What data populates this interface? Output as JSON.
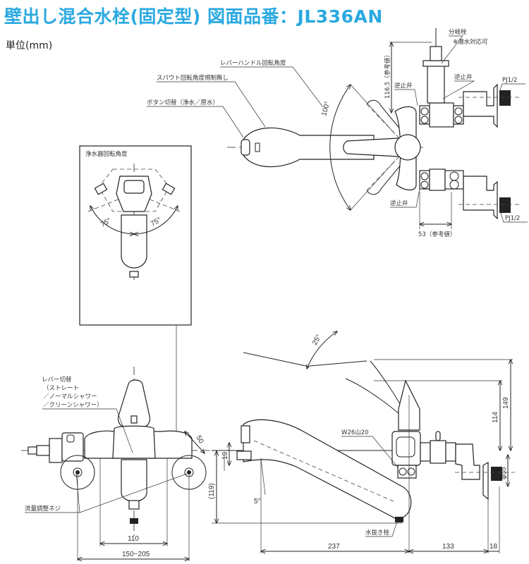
{
  "header": {
    "title": "壁出し混合水栓(固定型) 図面品番：JL336AN",
    "unit": "単位(mm)",
    "title_color": "#2aa9e0"
  },
  "top_view": {
    "labels": {
      "lever_rotation": "レバーハンドル回転角度",
      "spout_rotation": "スパウト回転角度規制無し",
      "button_switch": "ボタン切替（浄水／原水）",
      "branch_valve": "分岐栓",
      "hot_water_ok": "※湯水対応可",
      "check_valve_upper_left": "逆止弁",
      "check_valve_upper_right": "逆止弁",
      "check_valve_lower": "逆止弁",
      "pj_upper": "PJ1/2",
      "pj_lower": "PJ1/2"
    },
    "dims": {
      "lever_angle": "100°",
      "branch_height": "116.5（参考値）",
      "pipe_length": "53（参考値）"
    }
  },
  "filter_view": {
    "title": "浄水器回転角度",
    "angle_left": "75°",
    "angle_right": "75°"
  },
  "front_view": {
    "labels": {
      "lever_switch_1": "レバー切替",
      "lever_switch_2": "（ストレート",
      "lever_switch_3": "／ノーマルシャワー",
      "lever_switch_4": "／クリーンシャワー）",
      "flow_screw": "流量調整ネジ"
    },
    "dims": {
      "d50": "50",
      "d110": "110",
      "d150_205": "150~205",
      "d119": "(119)"
    }
  },
  "side_view": {
    "labels": {
      "thread": "W26山20",
      "drain_plug": "水抜き栓"
    },
    "dims": {
      "spout_angle": "25°",
      "tilt": "5°",
      "d19": "19",
      "d237": "237",
      "d133": "133",
      "d18": "18",
      "d114": "114",
      "d149": "149",
      "d55": "φ55"
    }
  }
}
